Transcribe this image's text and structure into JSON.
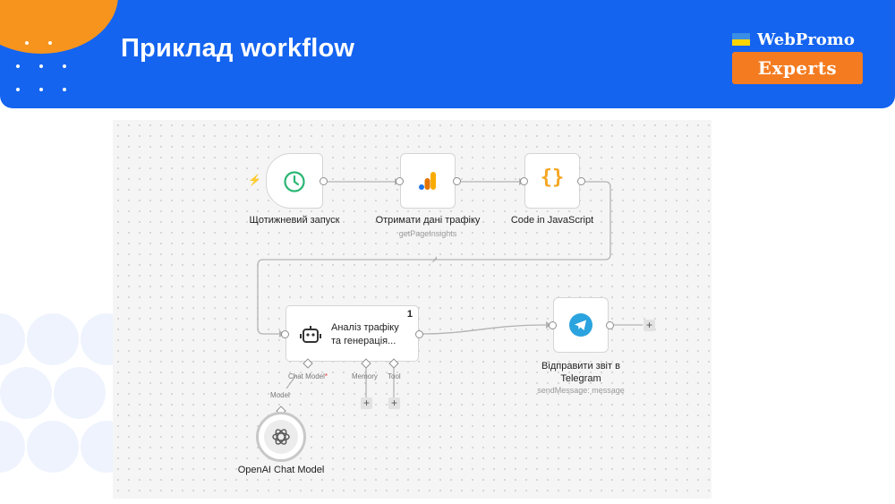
{
  "slide": {
    "title": "Приклад workflow"
  },
  "brand": {
    "name_top": "WebPromo",
    "name_bottom": "Experts"
  },
  "workflow": {
    "nodes": {
      "trigger": {
        "label": "Щотижневий запуск",
        "icon": "clock-icon"
      },
      "analytics": {
        "label": "Отримати дані трафіку",
        "sub": "getPageInsights",
        "icon": "analytics-bars-icon"
      },
      "code": {
        "label": "Code in JavaScript",
        "icon": "curly-braces-icon"
      },
      "agent": {
        "label_line1": "Аналіз трафіку",
        "label_line2": "та генерація...",
        "badge": "1",
        "icon": "robot-icon"
      },
      "telegram": {
        "label_line1": "Відправити звіт в",
        "label_line2": "Telegram",
        "sub": "sendMessage: message",
        "icon": "telegram-icon"
      },
      "model": {
        "label": "OpenAI Chat Model",
        "icon": "openai-icon"
      }
    },
    "ports": {
      "chat_model": "Chat Model",
      "required_mark": "*",
      "memory": "Memory",
      "tool": "Tool",
      "model": "Model"
    },
    "plus_symbol": "+",
    "trigger_mark": "⚡"
  },
  "colors": {
    "header_blue": "#1464f0",
    "accent_orange": "#f47b20",
    "clock_green": "#2bb673",
    "braces_orange": "#f5a623",
    "telegram_blue": "#2aa3df"
  }
}
